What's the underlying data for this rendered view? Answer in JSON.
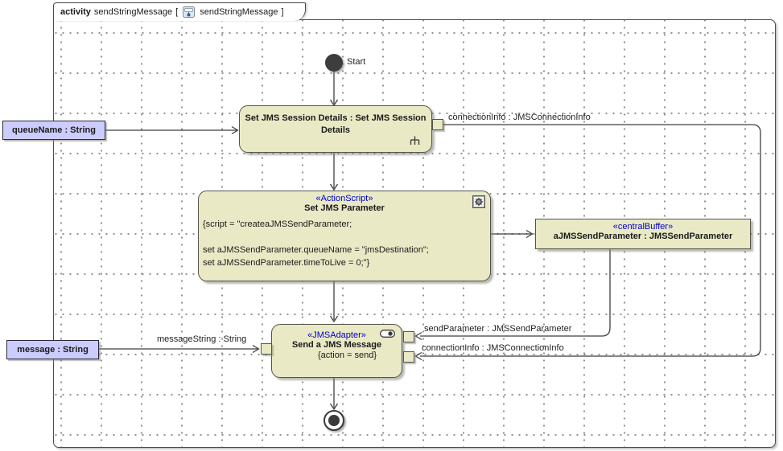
{
  "diagram": {
    "tab": {
      "keyword": "activity",
      "context_name": "sendStringMessage",
      "open_bracket": "[",
      "diagram_name": "sendStringMessage",
      "close_bracket": "]"
    }
  },
  "nodes": {
    "start": {
      "label": "Start"
    },
    "set_session": {
      "title": "Set JMS Session Details : Set JMS Session Details"
    },
    "set_parameter": {
      "stereotype": "«ActionScript»",
      "title": "Set JMS Parameter",
      "script_lines": [
        "{script = \"createaJMSSendParameter;",
        "",
        "set aJMSSendParameter.queueName = \"jmsDestination\";",
        "set aJMSSendParameter.timeToLive = 0;\"}"
      ]
    },
    "central_buffer": {
      "stereotype": "«centralBuffer»",
      "title": "aJMSSendParameter : JMSSendParameter"
    },
    "send_message": {
      "stereotype": "«JMSAdapter»",
      "title": "Send a JMS Message",
      "constraint": "{action = send}"
    }
  },
  "parameters": {
    "queue_name": "queueName : String",
    "message": "message : String"
  },
  "edge_labels": {
    "connection_info_source": "connectionInfo : JMSConnectionInfo",
    "connection_info_target": "connectionInfo : JMSConnectionInfo",
    "send_parameter": "sendParameter : JMSSendParameter",
    "message_string": "messageString : String"
  },
  "colors": {
    "node_fill": "#e9e9c6",
    "parameter_fill": "#ccccff",
    "stereotype_text": "#0000cd",
    "line": "#3f3f3f",
    "grid_dot": "#8f8f8f"
  }
}
